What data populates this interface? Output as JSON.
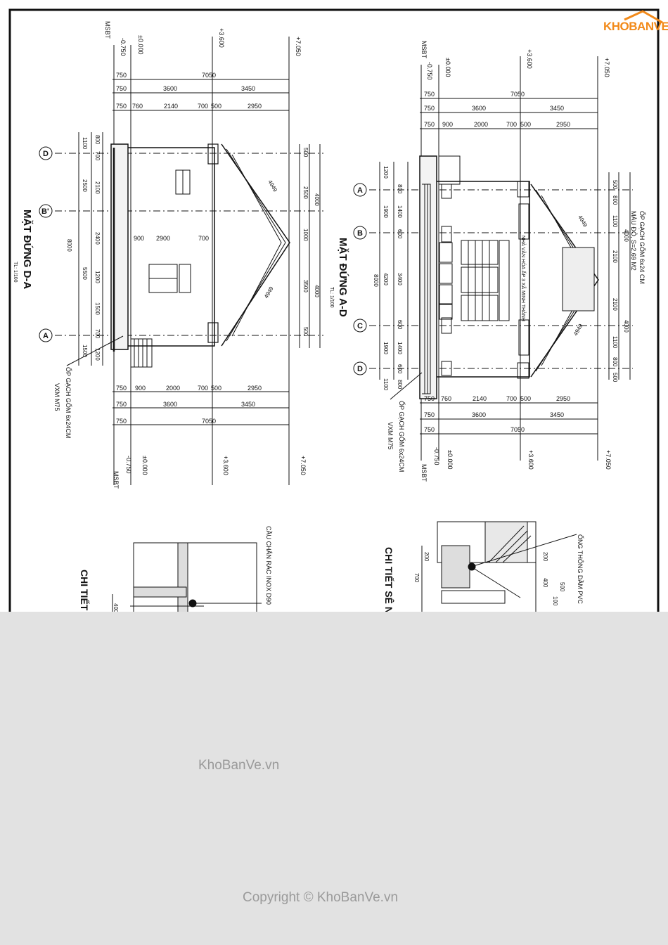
{
  "logo": {
    "text": "KHOBANVE",
    "accent_color": "#f28a1a"
  },
  "watermarks": {
    "center": "KhoBanVe.vn",
    "bottom": "Copyright © KhoBanVe.vn"
  },
  "colors": {
    "sheet": "#ffffff",
    "panel": "#e2e2e2",
    "ink": "#111111"
  },
  "left_elevation": {
    "title": "MẶT ĐỨNG D-A",
    "scale": "TL: 1/100",
    "levels": [
      "MSBT",
      "-0.750",
      "±0.000",
      "+3.600",
      "+7.050"
    ],
    "dims_row1": [
      "750",
      "7050"
    ],
    "dims_row2": [
      "750",
      "3600",
      "3450"
    ],
    "dims_row3": [
      "750",
      "760",
      "2140",
      "700",
      "500",
      "2950"
    ],
    "dims_bottom_row1": [
      "750",
      "900",
      "2000",
      "700",
      "500",
      "2950"
    ],
    "dims_vertical": [
      "1100",
      "2500",
      "5500",
      "1500",
      "8000",
      "800",
      "700",
      "2100",
      "2400",
      "1200",
      "1500",
      "700",
      "1200",
      "500",
      "500",
      "2500",
      "1000",
      "3500",
      "4000",
      "4000"
    ],
    "window_dims": [
      "900",
      "2900",
      "700"
    ],
    "roof_len": "4949",
    "axes": [
      "D",
      "B'",
      "A"
    ],
    "note_line1": "ỐP GẠCH GỐM 6x24CM",
    "note_line2": "VXM M75"
  },
  "right_elevation": {
    "title": "MẶT ĐỨNG A-D",
    "scale": "TL: 1/100",
    "levels": [
      "MSBT",
      "-0.750",
      "±0.000",
      "+3.600",
      "+7.050"
    ],
    "dims_row1": [
      "750",
      "7050"
    ],
    "dims_row2": [
      "750",
      "3600",
      "3450"
    ],
    "dims_row3": [
      "750",
      "900",
      "2000",
      "700",
      "500",
      "2950"
    ],
    "dims_bottom_row1": [
      "750",
      "760",
      "2140",
      "700",
      "500",
      "2950"
    ],
    "dims_vertical": [
      "1200",
      "1900",
      "4200",
      "1900",
      "1100",
      "8000",
      "800",
      "1400",
      "600",
      "3400",
      "600",
      "1400",
      "800",
      "600",
      "500",
      "800",
      "1100",
      "2100",
      "2100",
      "1100",
      "800",
      "500",
      "4000",
      "4000"
    ],
    "roof_len": "4949",
    "axes": [
      "A",
      "B",
      "C",
      "D"
    ],
    "facade_sign": "NHÀ VĂN HÓA ẤP 3 XÃ MINH THÀNH",
    "note_top_line1": "ỐP GẠCH GỐM 6x24 CM",
    "note_top_line2": "MÀU ĐỎ, S=2,69 M2",
    "note_line1": "ỐP GẠCH GỐM 6x24CM",
    "note_line2": "VXM M75"
  },
  "detail_left": {
    "title": "CHI TIẾT S",
    "callout": "CẦU CHẮN RÁC INOX D90",
    "dim": "400"
  },
  "detail_right": {
    "title": "CHI TIẾT SÊ N",
    "callout": "ỐNG THÔNG DẦM PVC",
    "dims": [
      "200",
      "700",
      "200",
      "400",
      "100",
      "500"
    ]
  }
}
